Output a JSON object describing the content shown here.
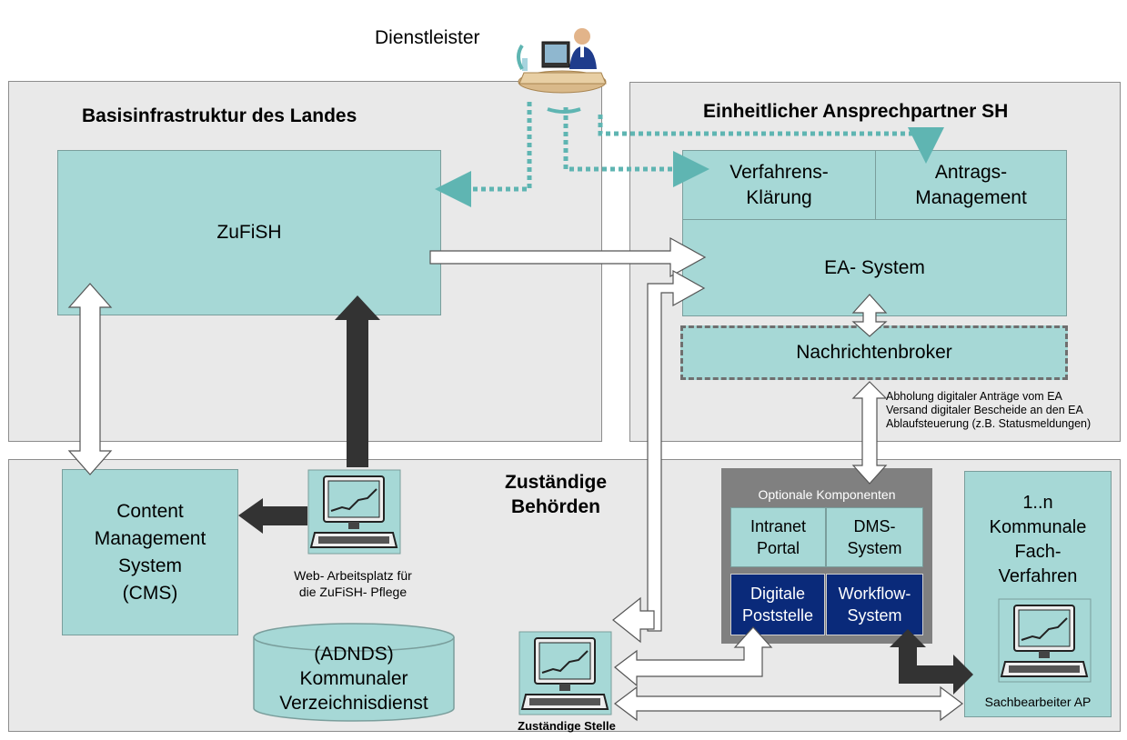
{
  "top": {
    "actor_label": "Dienstleister"
  },
  "regions": {
    "left_title": "Basisinfrastruktur des Landes",
    "right_title": "Einheitlicher Ansprechpartner SH",
    "bottom_title_line1": "Zuständige",
    "bottom_title_line2": "Behörden"
  },
  "boxes": {
    "zufish": "ZuFiSH",
    "verfahren_line1": "Verfahrens-",
    "verfahren_line2": "Klärung",
    "antrags_line1": "Antrags-",
    "antrags_line2": "Management",
    "ea_system": "EA- System",
    "nachrichtenbroker": "Nachrichtenbroker",
    "cms_line1": "Content",
    "cms_line2": "Management",
    "cms_line3": "System",
    "cms_line4": "(CMS)",
    "adnds_line1": "(ADNDS)",
    "adnds_line2": "Kommunaler",
    "adnds_line3": "Verzeichnisdienst"
  },
  "broker_notes": [
    "Abholung digitaler Anträge vom EA",
    "Versand digitaler Bescheide an den EA",
    "Ablaufsteuerung (z.B. Statusmeldungen)"
  ],
  "optional": {
    "title": "Optionale Komponenten",
    "intranet_line1": "Intranet",
    "intranet_line2": "Portal",
    "dms_line1": "DMS-",
    "dms_line2": "System",
    "digitale_line1": "Digitale",
    "digitale_line2": "Poststelle",
    "workflow_line1": "Workflow-",
    "workflow_line2": "System"
  },
  "kommunale": {
    "line1": "1..n",
    "line2": "Kommunale",
    "line3": "Fach-",
    "line4": "Verfahren"
  },
  "captions": {
    "web_line1": "Web- Arbeitsplatz für",
    "web_line2": "die ZuFiSH- Pflege",
    "zustaendige_stelle": "Zuständige Stelle",
    "sachbearbeiter": "Sachbearbeiter AP"
  },
  "colors": {
    "region_bg": "#e9e9e9",
    "teal": "#a6d8d6",
    "dashed_teal": "#5fb5b2",
    "navy": "#0a2a7a",
    "dark_arrow": "#333333",
    "optional_bg": "#808080"
  }
}
